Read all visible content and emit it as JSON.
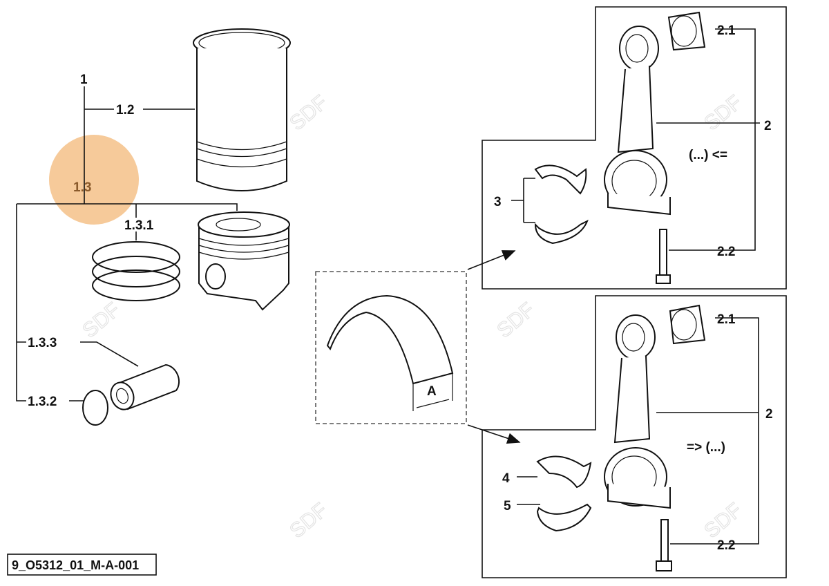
{
  "diagram_id": "9_O5312_01_M-A-001",
  "watermark": "SDF",
  "highlight_color": "#f5c48f",
  "callouts": {
    "assembly": "1",
    "liner": "1.2",
    "piston_kit": "1.3",
    "rings": "1.3.1",
    "pin": "1.3.3",
    "circlip": "1.3.2",
    "top_bushing": "2.1",
    "top_rod": "2",
    "top_note": "(...) <=",
    "top_bearing": "3",
    "top_bolt": "2.2",
    "dimension": "A",
    "bottom_bushing": "2.1",
    "bottom_rod": "2",
    "bottom_note": "=> (...)",
    "bottom_bearing_upper": "4",
    "bottom_bearing_lower": "5",
    "bottom_bolt": "2.2"
  }
}
